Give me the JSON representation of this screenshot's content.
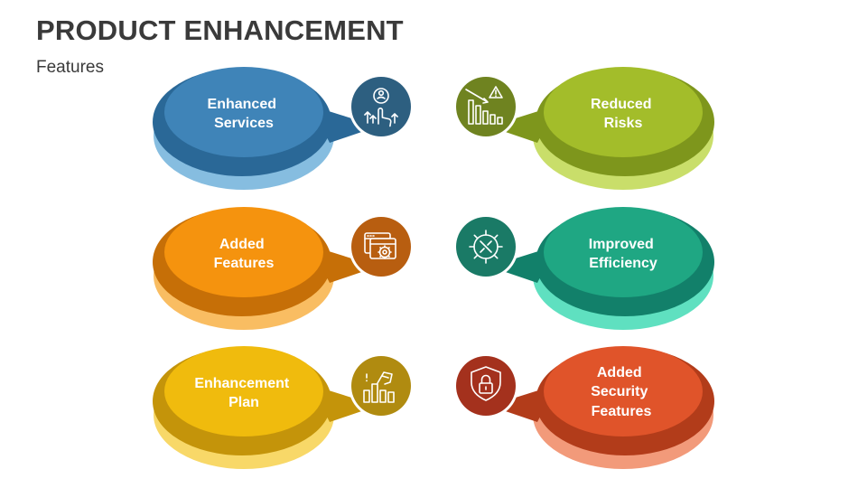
{
  "title": "PRODUCT ENHANCEMENT",
  "subtitle": "Features",
  "items": [
    {
      "id": "enhanced-services",
      "lines": [
        "Enhanced",
        "Services"
      ],
      "icon": "touch-growth-icon",
      "colors": {
        "main": "#3f84b8",
        "dark": "#2a6897",
        "light": "#86bde0",
        "circle": "#2d5f80"
      }
    },
    {
      "id": "added-features",
      "lines": [
        "Added",
        "Features"
      ],
      "icon": "browser-gear-icon",
      "colors": {
        "main": "#f5930e",
        "dark": "#c66f07",
        "light": "#f9bd62",
        "circle": "#b85e10"
      }
    },
    {
      "id": "enhancement-plan",
      "lines": [
        "Enhancement",
        "Plan"
      ],
      "icon": "hand-chart-icon",
      "colors": {
        "main": "#f0bb0d",
        "dark": "#c4940a",
        "light": "#f8d868",
        "circle": "#b08b10"
      }
    },
    {
      "id": "reduced-risks",
      "lines": [
        "Reduced",
        "Risks"
      ],
      "icon": "declining-chart-warning-icon",
      "colors": {
        "main": "#a3bd2a",
        "dark": "#7e961c",
        "light": "#c9de6a",
        "circle": "#6f8320"
      }
    },
    {
      "id": "improved-efficiency",
      "lines": [
        "Improved",
        "Efficiency"
      ],
      "icon": "gear-tools-icon",
      "colors": {
        "main": "#1fa783",
        "dark": "#12806a",
        "light": "#5fe0c0",
        "circle": "#1a7a66"
      }
    },
    {
      "id": "added-security-features",
      "lines": [
        "Added",
        "Security",
        "Features"
      ],
      "icon": "shield-lock-icon",
      "colors": {
        "main": "#e0542a",
        "dark": "#b23c1a",
        "light": "#f29a7a",
        "circle": "#a4311d"
      }
    }
  ]
}
